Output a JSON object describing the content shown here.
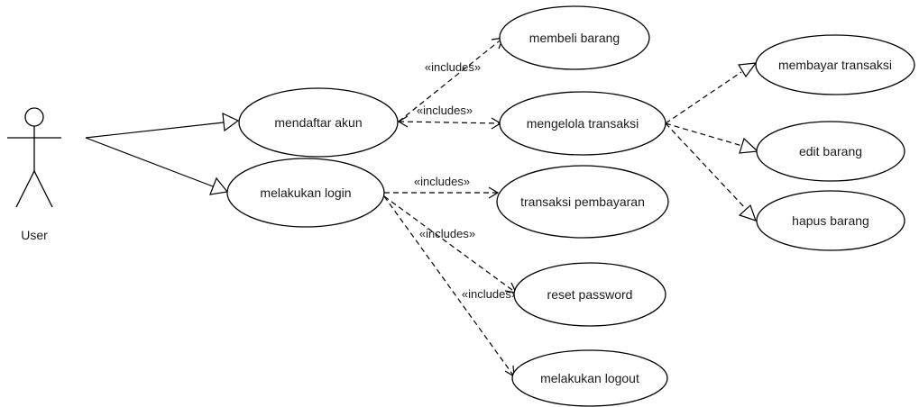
{
  "actor": {
    "name": "User"
  },
  "use_cases": {
    "mendaftar_akun": "mendaftar akun",
    "melakukan_login": "melakukan login",
    "membeli_barang": "membeli barang",
    "mengelola_transaksi": "mengelola transaksi",
    "transaksi_pembayaran": "transaksi pembayaran",
    "reset_password": "reset password",
    "melakukan_logout": "melakukan logout",
    "membayar_transaksi": "membayar transaksi",
    "edit_barang": "edit barang",
    "hapus_barang": "hapus barang"
  },
  "relations": {
    "include_label": "«includes»"
  }
}
